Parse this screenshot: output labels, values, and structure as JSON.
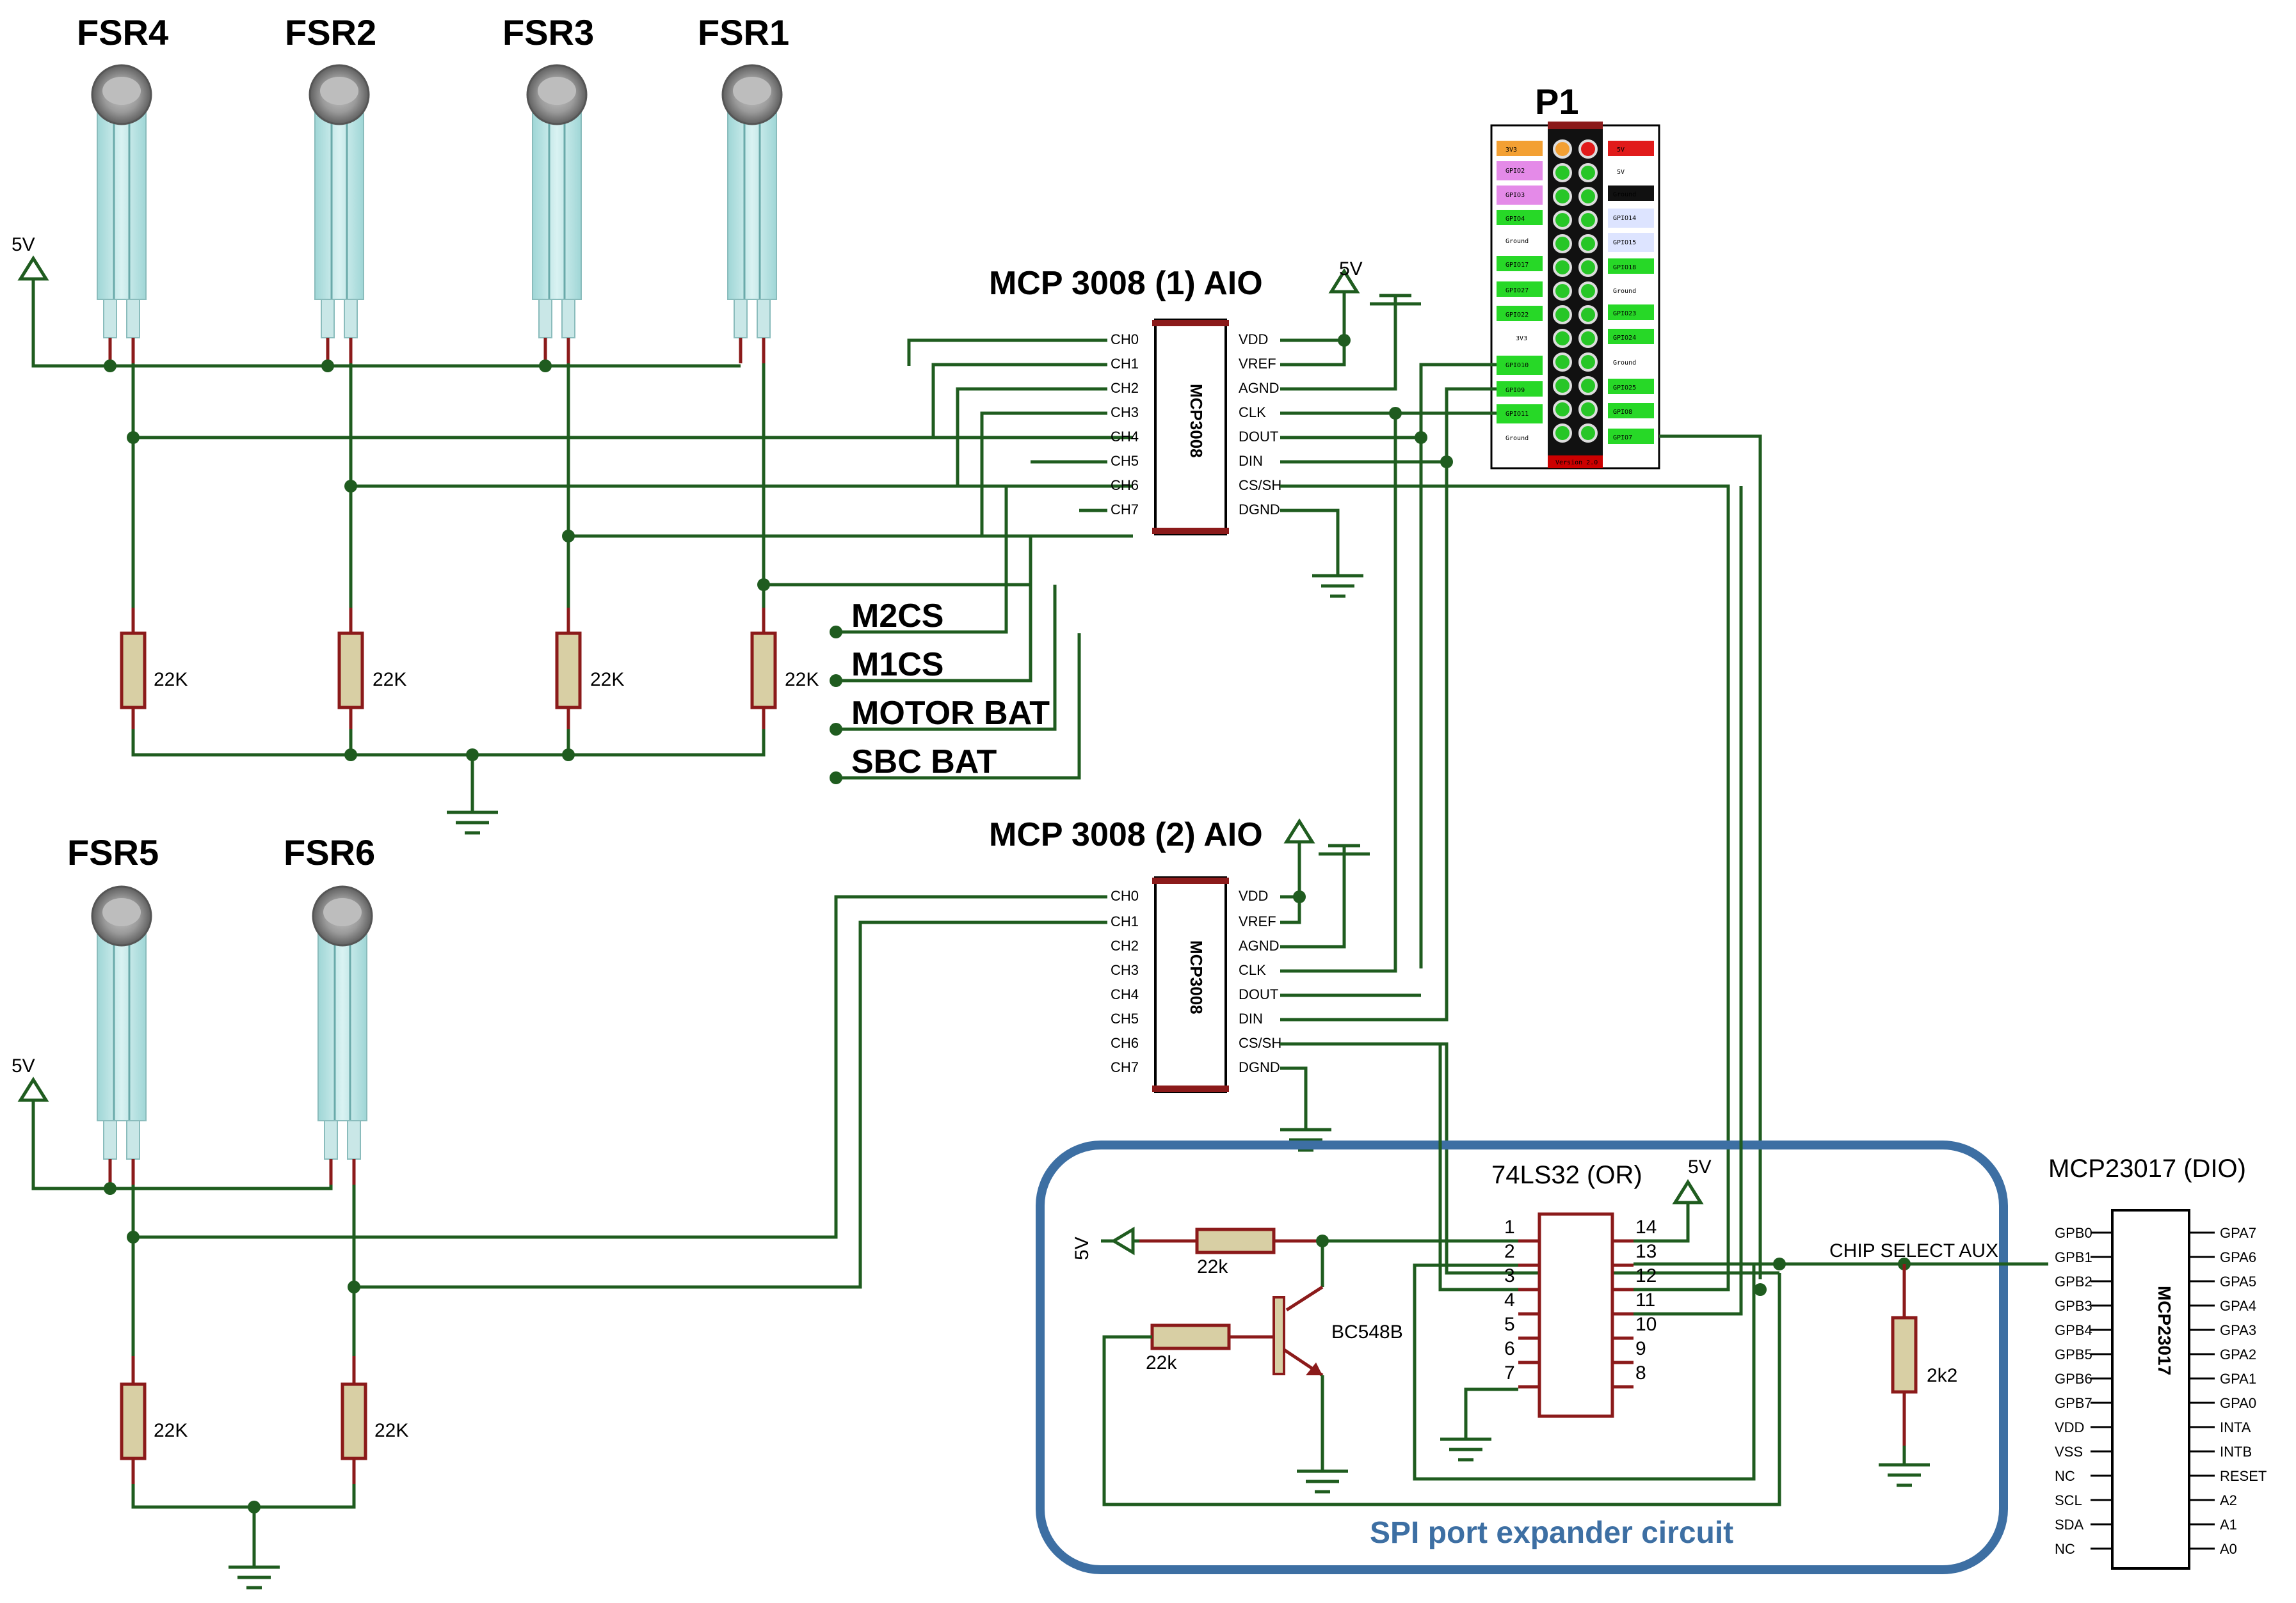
{
  "sensors": {
    "fsr4": "FSR4",
    "fsr2": "FSR2",
    "fsr3": "FSR3",
    "fsr1": "FSR1",
    "fsr5": "FSR5",
    "fsr6": "FSR6"
  },
  "power": {
    "v5": "5V"
  },
  "resistors": {
    "r22k": "22K",
    "r22k_lower": "22k",
    "r2k2": "2k2"
  },
  "adc1": {
    "title": "MCP 3008 (1) AIO",
    "part": "MCP3008",
    "left_pins": [
      "CH0",
      "CH1",
      "CH2",
      "CH3",
      "CH4",
      "CH5",
      "CH6",
      "CH7"
    ],
    "right_pins": [
      "VDD",
      "VREF",
      "AGND",
      "CLK",
      "DOUT",
      "DIN",
      "CS/SH",
      "DGND"
    ]
  },
  "adc2": {
    "title": "MCP 3008 (2) AIO",
    "part": "MCP3008",
    "left_pins": [
      "CH0",
      "CH1",
      "CH2",
      "CH3",
      "CH4",
      "CH5",
      "CH6",
      "CH7"
    ],
    "right_pins": [
      "VDD",
      "VREF",
      "AGND",
      "CLK",
      "DOUT",
      "DIN",
      "CS/SH",
      "DGND"
    ]
  },
  "signals": {
    "m2cs": "M2CS",
    "m1cs": "M1CS",
    "motor_bat": "MOTOR BAT",
    "sbc_bat": "SBC BAT",
    "chip_select_aux": "CHIP SELECT AUX"
  },
  "header": {
    "name": "P1",
    "left_labels": [
      "3V3",
      "GPIO2",
      "GPIO3",
      "GPIO4",
      "Ground",
      "GPIO17",
      "GPIO27",
      "GPIO22",
      "3V3",
      "GPIO10",
      "GPIO9",
      "GPIO11",
      "Ground"
    ],
    "right_labels": [
      "5V",
      "5V",
      "Ground",
      "GPIO14",
      "GPIO15",
      "GPIO18",
      "Ground",
      "GPIO23",
      "GPIO24",
      "Ground",
      "GPIO25",
      "GPIO8",
      "GPIO7"
    ],
    "footer": "Version 2.0"
  },
  "gate": {
    "title": "74LS32 (OR)",
    "transistor": "BC548B"
  },
  "expander": {
    "title": "MCP23017 (DIO)",
    "part": "MCP23017",
    "left_pins": [
      "GPB0",
      "GPB1",
      "GPB2",
      "GPB3",
      "GPB4",
      "GPB5",
      "GPB6",
      "GPB7",
      "VDD",
      "VSS",
      "NC",
      "SCL",
      "SDA",
      "NC"
    ],
    "right_pins": [
      "GPA7",
      "GPA6",
      "GPA5",
      "GPA4",
      "GPA3",
      "GPA2",
      "GPA1",
      "GPA0",
      "INTA",
      "INTB",
      "RESET",
      "A2",
      "A1",
      "A0"
    ]
  },
  "box": {
    "caption": "SPI port expander circuit"
  },
  "colors": {
    "wire": "#1f5c1f",
    "box": "#3d6fa3",
    "caption": "#3d6fa3"
  }
}
